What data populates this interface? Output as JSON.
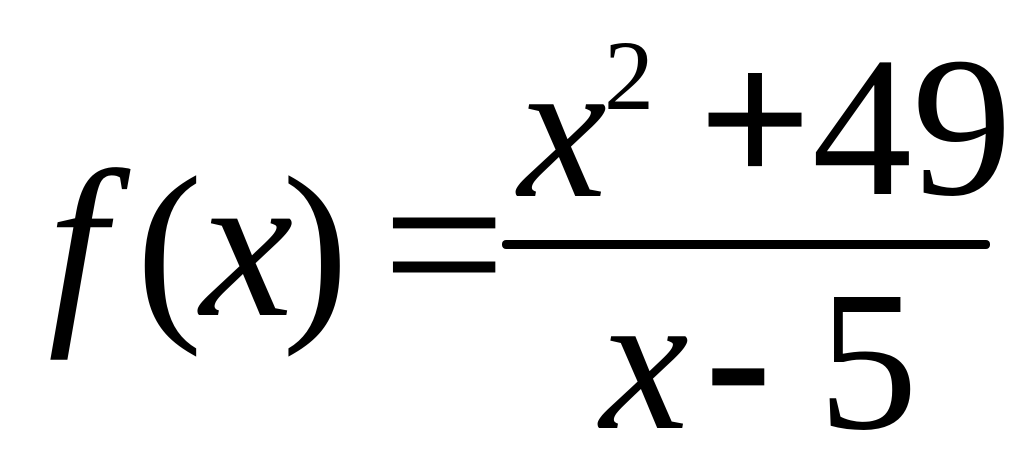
{
  "formula": {
    "function_name": "f",
    "open_paren": "(",
    "argument": "x",
    "close_paren": ")",
    "equals": "=",
    "numerator": {
      "variable": "x",
      "exponent": "2",
      "operator": "+",
      "constant": "49"
    },
    "denominator": {
      "variable": "x",
      "operator": "-",
      "constant": "5"
    }
  }
}
